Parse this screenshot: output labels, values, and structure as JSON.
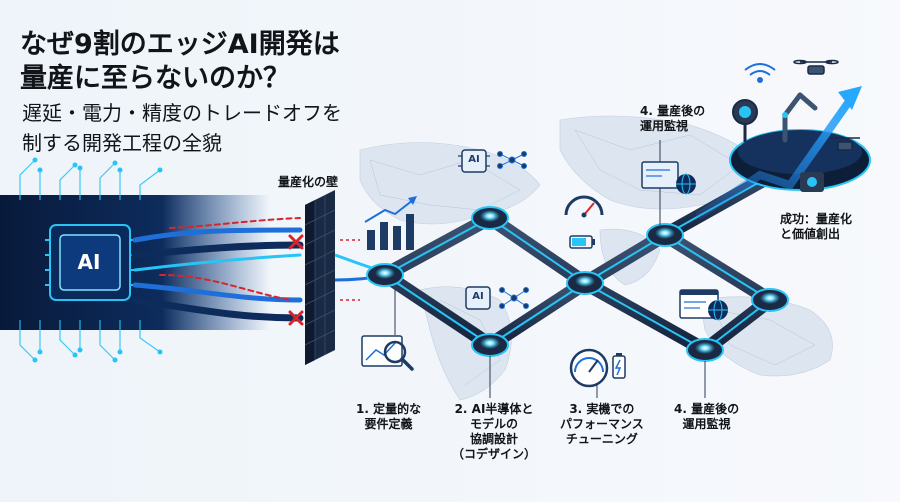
{
  "title": "なぜ9割のエッジAI開発は\n量産に至らないのか？",
  "subtitle": "遅延・電力・精度のトレードオフを\n制する開発工程の全貌",
  "wall_label": "量産化の壁",
  "chip_label": "AI",
  "icon_chip_label": "AI",
  "goal_label": "成功：量産化\nと価値創出",
  "top_step_label": "4. 量産後の\n運用監視",
  "steps": [
    {
      "label": "1. 定量的な\n要件定義"
    },
    {
      "label": "2. AI半導体と\nモデルの\n協調設計\n（コデザイン）"
    },
    {
      "label": "3. 実機での\nパフォーマンス\nチューニング"
    },
    {
      "label": "4. 量産後の\n運用監視"
    }
  ],
  "colors": {
    "navy": "#0b2349",
    "blue": "#1e6fd9",
    "cyan": "#27c4f5",
    "red": "#d8242a",
    "map": "#c9d5e3"
  },
  "icons": [
    "ai-chip-icon",
    "bar-chart-icon",
    "magnifier-chart-icon",
    "neural-network-icon",
    "speedometer-icon",
    "battery-icon",
    "monitor-globe-icon",
    "drone-icon",
    "camera-icon",
    "robot-arm-icon",
    "wifi-icon",
    "trend-arrow-icon"
  ]
}
